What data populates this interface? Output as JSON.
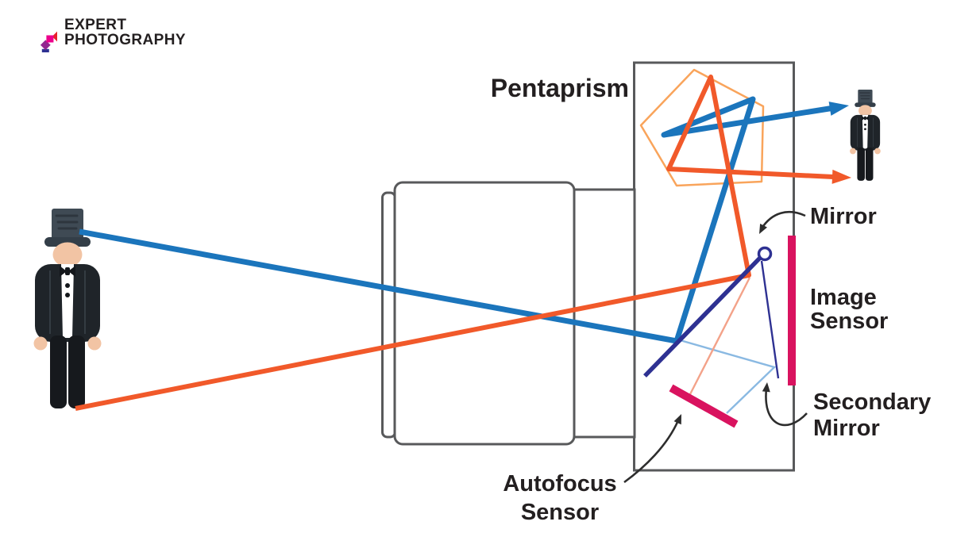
{
  "logo": {
    "line1": "EXPERT",
    "line2": "PHOTOGRAPHY",
    "icon": "color-wheel-icon",
    "icon_colors": [
      "#e8212c",
      "#f1592a",
      "#f7a01d",
      "#f2d13b",
      "#39b54a",
      "#00a651",
      "#1c75bc",
      "#2e3192",
      "#92278f",
      "#ec008c"
    ]
  },
  "labels": {
    "pentaprism": "Pentaprism",
    "mirror": "Mirror",
    "image_sensor": "Image Sensor",
    "secondary_mirror": "Secondary Mirror",
    "autofocus_sensor": "Autofocus Sensor"
  },
  "colors": {
    "ray_blue": "#1b75bc",
    "ray_orange": "#f1592a",
    "pentaprism_outline": "#f9a45b",
    "mirror_navy": "#2e3192",
    "sensor_magenta": "#d9135f",
    "path_light_blue": "#8ab9e2",
    "path_salmon": "#f3a289",
    "outline_gray": "#58595b",
    "arrow_black": "#2d2d2d",
    "text_black": "#231f20"
  },
  "figures": {
    "subject": "man-in-top-hat",
    "viewfinder_view": "man-in-top-hat-small"
  }
}
